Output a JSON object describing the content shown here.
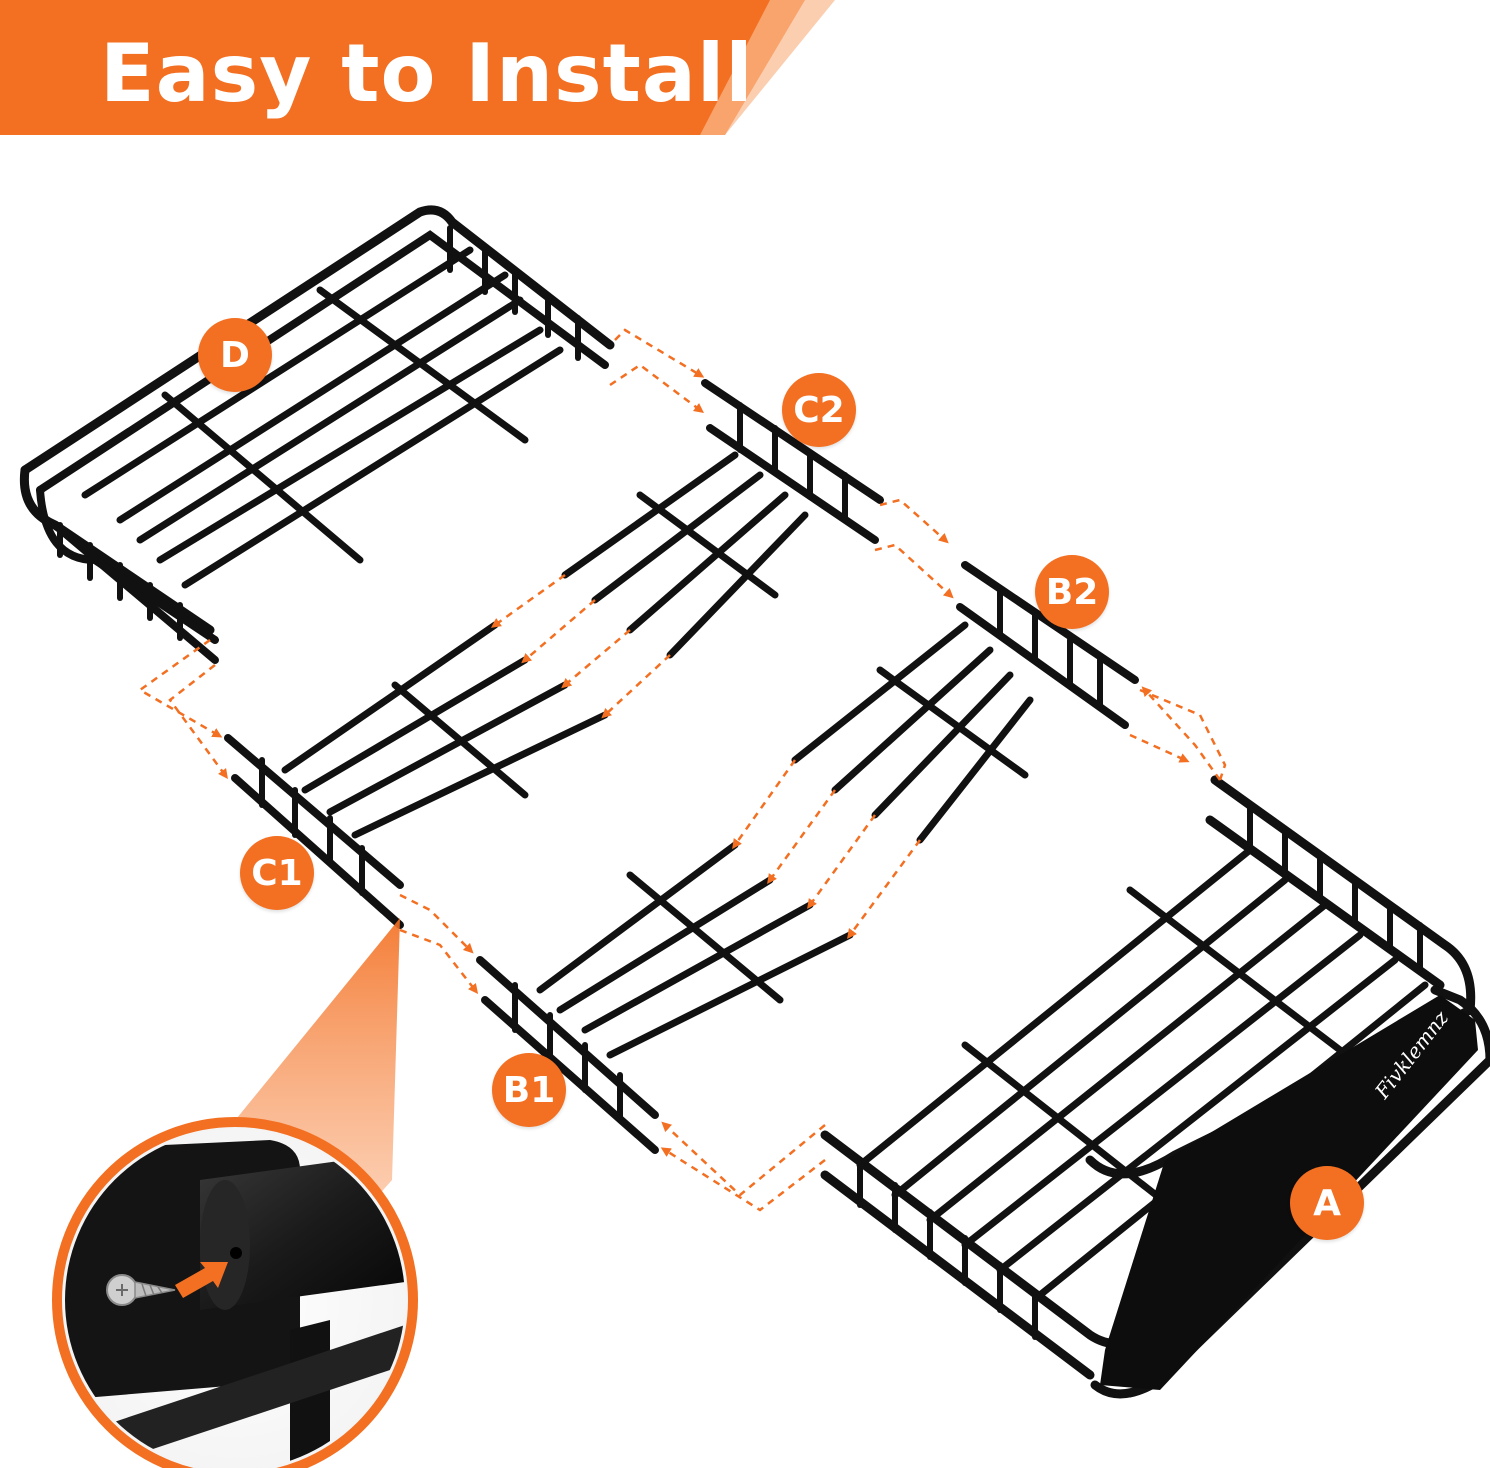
{
  "banner": {
    "title": "Easy to Install"
  },
  "brand": {
    "name": "Fivklemnz"
  },
  "parts": [
    {
      "id": "A",
      "label": "A"
    },
    {
      "id": "B1",
      "label": "B1"
    },
    {
      "id": "B2",
      "label": "B2"
    },
    {
      "id": "C1",
      "label": "C1"
    },
    {
      "id": "C2",
      "label": "C2"
    },
    {
      "id": "D",
      "label": "D"
    }
  ],
  "icons": [
    "screw-icon",
    "arrow-icon"
  ],
  "colors": {
    "accent": "#F36F21",
    "accent_light": "#FBB98F",
    "frame": "#0E0E0E",
    "background": "#FFFFFF"
  }
}
